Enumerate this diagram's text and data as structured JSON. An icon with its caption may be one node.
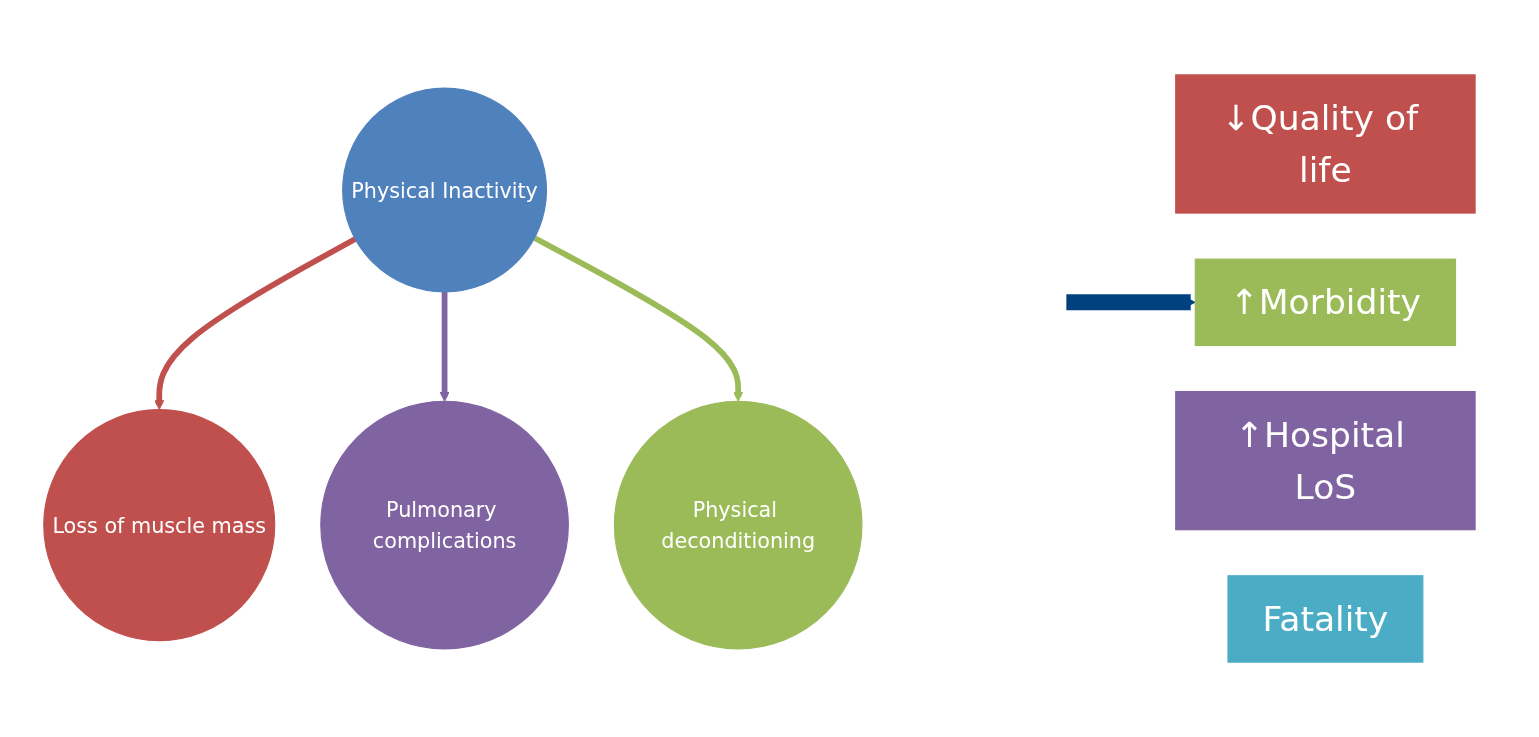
{
  "diagram": {
    "nodes": [
      {
        "text": [
          "Physical Inactivity"
        ]
      },
      {
        "text": [
          "Loss of muscle mass"
        ]
      },
      {
        "text": [
          "Pulmonary complications"
        ]
      },
      {
        "text": [
          "Physical deconditioning"
        ]
      },
      {
        "text": [
          "↓Quality of life"
        ]
      },
      {
        "text": [
          "↑Morbidity"
        ]
      },
      {
        "text": [
          "↑Hospital LoS"
        ]
      },
      {
        "text": [
          "Fatality"
        ]
      }
    ],
    "edges": [
      {
        "from": 0,
        "to": 1,
        "arrow": "to",
        "color": "#c0504d"
      },
      {
        "from": 0,
        "to": 2,
        "arrow": "to",
        "color": "#8064a2"
      },
      {
        "from": 0,
        "to": 3,
        "arrow": "to",
        "color": "#9bbb59"
      },
      {
        "from": null,
        "to": 5,
        "arrow": "to",
        "style": "thick",
        "color": "#00427f"
      }
    ]
  }
}
